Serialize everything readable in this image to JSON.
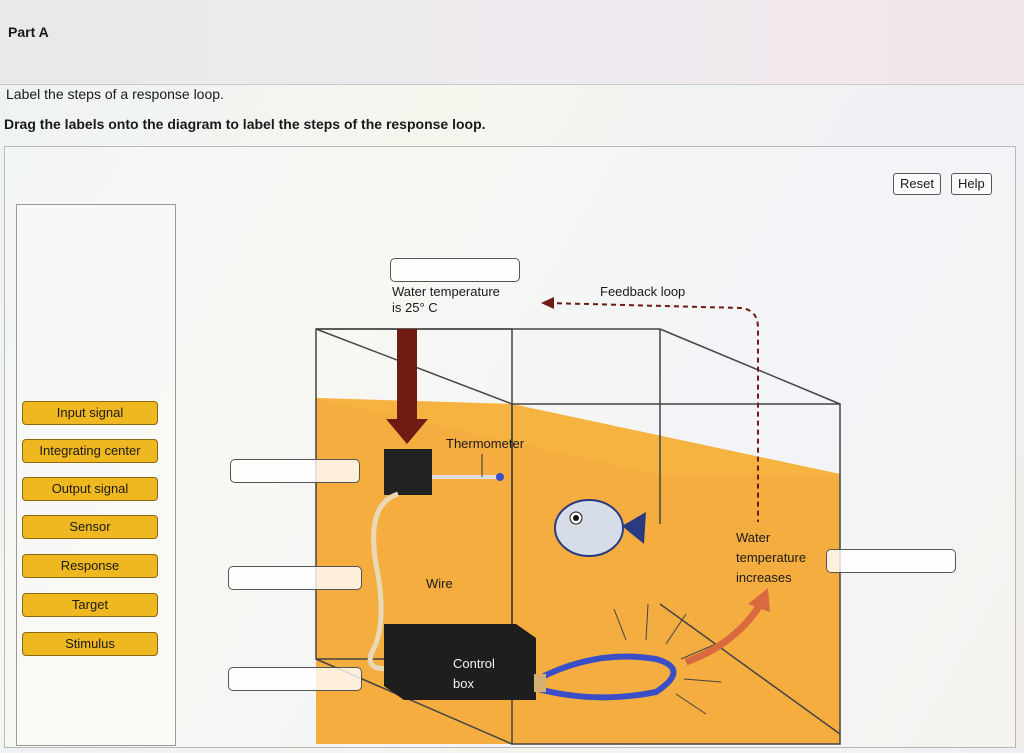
{
  "header": {
    "part_title": "Part A"
  },
  "instructions": {
    "line1": "Label the steps of a response loop.",
    "line2": "Drag the labels onto the diagram to label the steps of the response loop."
  },
  "toolbar": {
    "reset_label": "Reset",
    "help_label": "Help"
  },
  "labels": [
    "Input signal",
    "Integrating center",
    "Output signal",
    "Sensor",
    "Response",
    "Target",
    "Stimulus"
  ],
  "diagram": {
    "water_temp_label_line1": "Water temperature",
    "water_temp_label_line2": "is 25° C",
    "feedback_label": "Feedback loop",
    "thermometer_label": "Thermometer",
    "wire_label": "Wire",
    "control_box_line1": "Control",
    "control_box_line2": "box",
    "increase_line1": "Water",
    "increase_line2": "temperature",
    "increase_line3": "increases"
  },
  "colors": {
    "label_chip": "#f0b820",
    "water": "#f5a020",
    "arrow_down": "#6e1b14",
    "arrow_up": "#d96a40",
    "heater": "#3a4ec8"
  }
}
